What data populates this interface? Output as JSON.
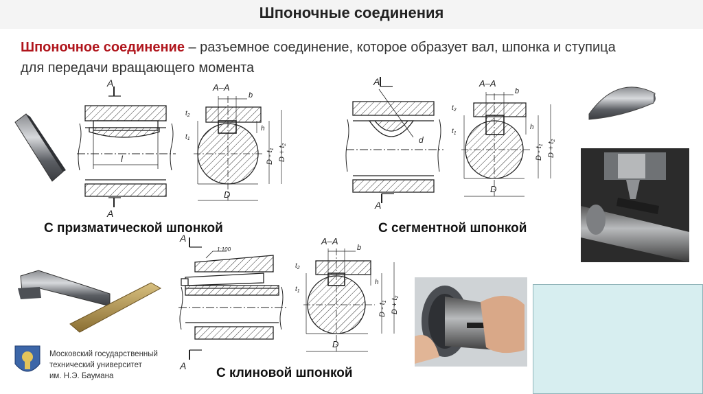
{
  "title": "Шпоночные соединения",
  "definition": {
    "term": "Шпоночное соединение",
    "rest": " – разъемное соединение, которое образует вал, шпонка и ступица для передачи вращающего момента"
  },
  "captions": {
    "prismatic": "С призматической шпонкой",
    "segment": "С сегментной шпонкой",
    "wedge": "С клиновой шпонкой"
  },
  "university": {
    "line1": "Московский государственный",
    "line2": "технический университет",
    "line3": "им. Н.Э. Баумана"
  },
  "drawing_labels": {
    "section": "A",
    "section_aa": "A–A",
    "b": "b",
    "t1": "t",
    "t1_sub": "1",
    "t2": "t",
    "t2_sub": "2",
    "h": "h",
    "D": "D",
    "D_minus": "D - t",
    "D_minus_sub": "1",
    "D_plus": "D + t",
    "D_plus_sub": "2",
    "l": "l",
    "d": "d",
    "slope": "1:100"
  },
  "colors": {
    "accent": "#b0151c",
    "panel": "#d7eef0",
    "line": "#222222"
  }
}
